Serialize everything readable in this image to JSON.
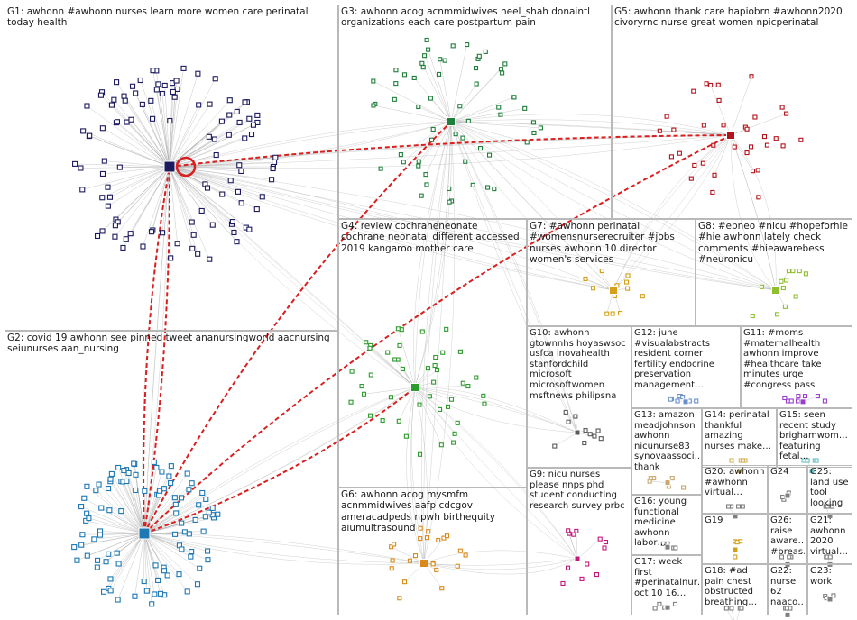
{
  "diagram": {
    "type": "network-graph",
    "background": "#ffffff",
    "edge_colors": {
      "default": "#9a9a9a",
      "highlight": "#d91f1f"
    },
    "groups": [
      {
        "id": "G1",
        "label": "G1: awhonn #awhonn nurses learn more women care perinatal today health",
        "color": "#1c1a5e"
      },
      {
        "id": "G2",
        "label": "G2: covid 19 awhonn see pinned tweet ananursingworld aacnursing seiunurses aan_nursing",
        "color": "#1d78b4"
      },
      {
        "id": "G3",
        "label": "G3: awhonn acog acnmmidwives neel_shah donaintl organizations each care postpartum pain",
        "color": "#1f7f3a"
      },
      {
        "id": "G4",
        "label": "G4: review cochraneneonate cochrane neonatal different accessed 2019 kangaroo mother care",
        "color": "#2e9b2e"
      },
      {
        "id": "G5",
        "label": "G5: awhonn thank care hapiobrn #awhonn2020 civoryrnc nurse great women npicperinatal",
        "color": "#b3131a"
      },
      {
        "id": "G6",
        "label": "G6: awhonn acog mysmfm acnmmidwives aafp cdcgov ameracadpeds npwh birthequity aiumultrasound",
        "color": "#d98a1a"
      },
      {
        "id": "G7",
        "label": "G7: #awhonn perinatal #womensnurserecruiter #jobs nurses awhonn 10 director women's services",
        "color": "#d4a017"
      },
      {
        "id": "G8",
        "label": "G8: #ebneo #nicu #hopeforhie #hie awhonn lately check comments #hieawarebess #neuronicu",
        "color": "#8fbf2f"
      },
      {
        "id": "G9",
        "label": "G9: nicu nurses please nnps phd student conducting research survey prbc",
        "color": "#c2187a"
      },
      {
        "id": "G10",
        "label": "G10: awhonn gtownnhs hoyaswsoc usfca inovahealth stanfordchild microsoft microsoftwomen msftnews philipsna",
        "color": "#5a5a5a"
      },
      {
        "id": "G11",
        "label": "G11: #moms #maternalhealth awhonn improve #healthcare take minutes urge #congress pass",
        "color": "#9a3fc9"
      },
      {
        "id": "G12",
        "label": "G12: june #visualabstracts resident corner fertility endocrine preservation management…",
        "color": "#6a8fc9"
      },
      {
        "id": "G13",
        "label": "G13: amazon meadjohnson awhonn nicunurse83 synovaassoci… thank",
        "color": "#c9a66a"
      },
      {
        "id": "G14",
        "label": "G14: perinatal thankful amazing nurses make…",
        "color": "#d6b25a"
      },
      {
        "id": "G15",
        "label": "G15: seen recent study brighamwom… featuring fetal…",
        "color": "#6bbfbf"
      },
      {
        "id": "G16",
        "label": "G16: young functional medicine awhonn labor…",
        "color": "#7f7f7f"
      },
      {
        "id": "G17",
        "label": "G17: week first #perinatalnur… oct 10 16…",
        "color": "#7f7f7f"
      },
      {
        "id": "G18",
        "label": "G18: #ad pain chest obstructed breathing…",
        "color": "#7f7f7f"
      },
      {
        "id": "G19",
        "label": "G19",
        "color": "#d4a017"
      },
      {
        "id": "G20",
        "label": "G20: awhonn #awhonn virtual…",
        "color": "#7f7f7f"
      },
      {
        "id": "G21",
        "label": "G21: awhonn 2020 virtual…",
        "color": "#7f7f7f"
      },
      {
        "id": "G22",
        "label": "G22: nurse 62 naaco…",
        "color": "#7f7f7f"
      },
      {
        "id": "G23",
        "label": "G23: work",
        "color": "#7f7f7f"
      },
      {
        "id": "G24",
        "label": "G24",
        "color": "#7f7f7f"
      },
      {
        "id": "G25",
        "label": "G25: land use tool looking",
        "color": "#7f7f7f"
      },
      {
        "id": "G26",
        "label": "G26: raise aware… #breas…",
        "color": "#7f7f7f"
      }
    ]
  }
}
